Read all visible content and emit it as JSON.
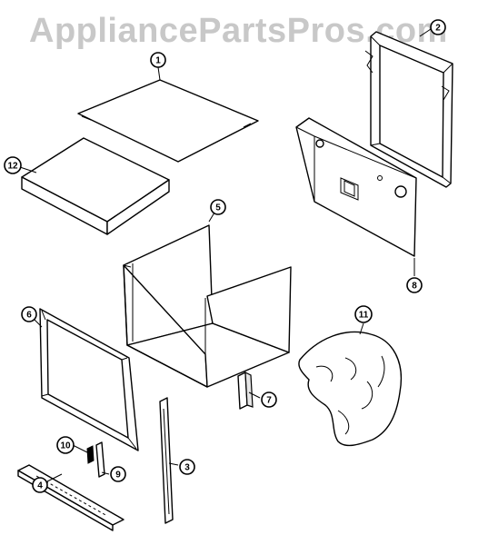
{
  "watermark": {
    "text": "AppliancePartsPros.com",
    "color": "#c8c8c8"
  },
  "callouts": [
    {
      "id": "1",
      "label": "1"
    },
    {
      "id": "2",
      "label": "2"
    },
    {
      "id": "3",
      "label": "3"
    },
    {
      "id": "4",
      "label": "4"
    },
    {
      "id": "5",
      "label": "5"
    },
    {
      "id": "6",
      "label": "6"
    },
    {
      "id": "7",
      "label": "7"
    },
    {
      "id": "8",
      "label": "8"
    },
    {
      "id": "9",
      "label": "9"
    },
    {
      "id": "10",
      "label": "10"
    },
    {
      "id": "11",
      "label": "11"
    },
    {
      "id": "12",
      "label": "12"
    }
  ]
}
